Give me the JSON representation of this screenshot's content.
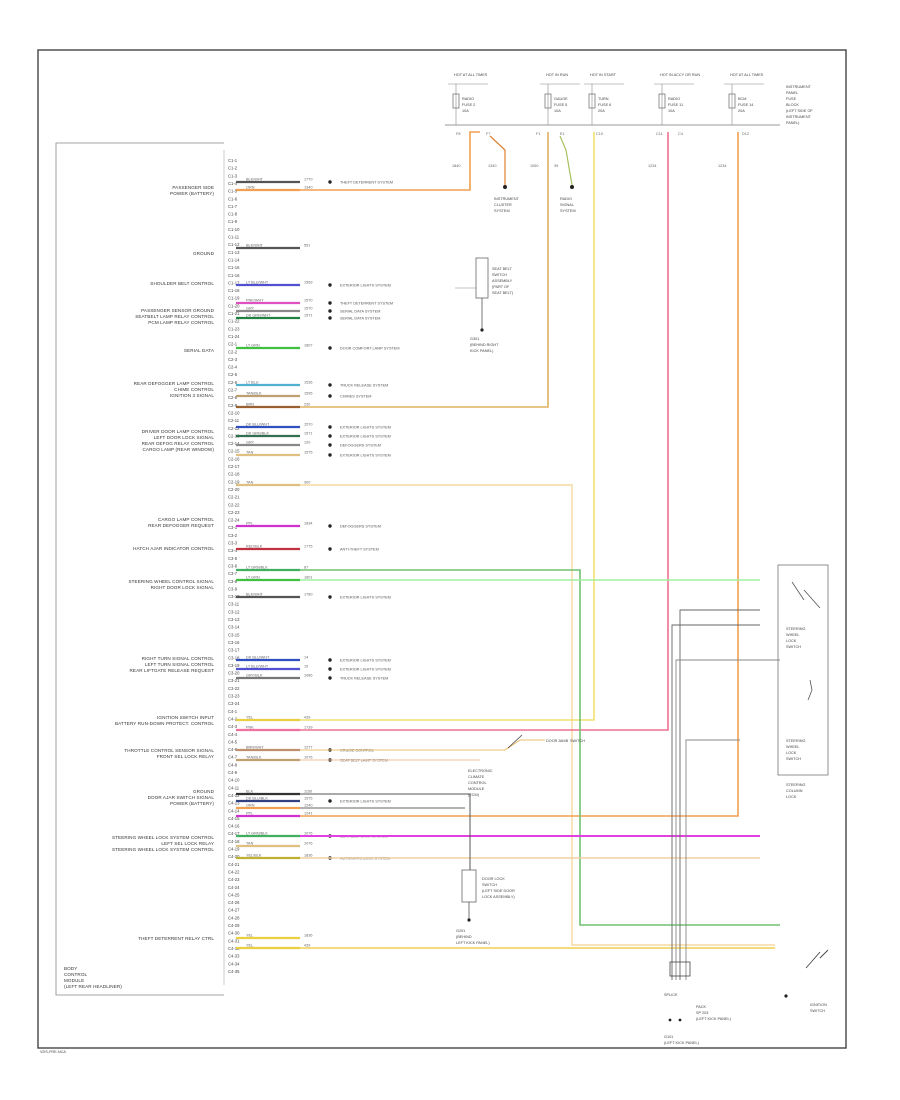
{
  "module": {
    "title_lines": [
      "BODY",
      "CONTROL",
      "MODULE",
      "(LEFT REAR HEADLINER)"
    ],
    "pins": [
      "C1-1",
      "C1-2",
      "C1-3",
      "C1-4",
      "C1-5",
      "C1-6",
      "C1-7",
      "C1-8",
      "C1-9",
      "C1-10",
      "C1-11",
      "C1-12",
      "C1-13",
      "C1-14",
      "C1-15",
      "C1-16",
      "C1-17",
      "C1-18",
      "C1-19",
      "C1-20",
      "C1-21",
      "C1-22",
      "C1-23",
      "C1-24",
      "C2-1",
      "C2-2",
      "C2-3",
      "C2-4",
      "C2-5",
      "C2-6",
      "C2-7",
      "C2-8",
      "C2-9",
      "C2-10",
      "C2-11",
      "C2-12",
      "C2-13",
      "C2-14",
      "C2-15",
      "C2-16",
      "C2-17",
      "C2-18",
      "C2-19",
      "C2-20",
      "C2-21",
      "C2-22",
      "C2-23",
      "C2-24",
      "C3-1",
      "C3-2",
      "C3-3",
      "C3-4",
      "C3-5",
      "C3-6",
      "C3-7",
      "C3-8",
      "C3-9",
      "C3-10",
      "C3-11",
      "C3-12",
      "C3-13",
      "C3-14",
      "C3-15",
      "C3-16",
      "C3-17",
      "C3-18",
      "C3-19",
      "C3-20",
      "C3-21",
      "C3-22",
      "C3-23",
      "C3-24",
      "C4-1",
      "C4-2",
      "C4-3",
      "C4-4",
      "C4-5",
      "C4-6",
      "C4-7",
      "C4-8",
      "C4-9",
      "C4-10",
      "C4-11",
      "C4-12",
      "C4-13",
      "C4-14",
      "C4-15",
      "C4-16",
      "C4-17",
      "C4-18",
      "C4-19",
      "C4-20",
      "C4-21",
      "C4-22",
      "C4-23",
      "C4-24",
      "C4-25",
      "C4-26",
      "C4-27",
      "C4-28",
      "C4-29",
      "C4-30",
      "C4-31",
      "C4-32",
      "C4-33",
      "C4-34",
      "C4-35"
    ]
  },
  "functions": [
    {
      "id": "f1",
      "lines": [
        "PASSENGER SIDE",
        "POWER (BATTERY)"
      ]
    },
    {
      "id": "f2",
      "lines": [
        "GROUND"
      ]
    },
    {
      "id": "f3",
      "lines": [
        "SHOULDER BELT CONTROL"
      ]
    },
    {
      "id": "f4",
      "lines": [
        "PASSENGER SENSOR GROUND",
        "SEATBELT LAMP RELAY CONTROL",
        "PCM LAMP RELAY CONTROL"
      ]
    },
    {
      "id": "f5",
      "lines": [
        "SERIAL DATA"
      ]
    },
    {
      "id": "f6",
      "lines": [
        "REAR DEFOGGER LAMP CONTROL",
        "CHIME CONTROL",
        "IGNITION 3 SIGNAL"
      ]
    },
    {
      "id": "f7",
      "lines": [
        "DRIVER DOOR LAMP CONTROL",
        "LEFT DOOR LOCK SIGNAL",
        "REAR DEFOG RELAY CONTROL",
        "CARGO LAMP (REAR WINDOW)"
      ]
    },
    {
      "id": "f8",
      "lines": [
        "CARGO LAMP CONTROL",
        "REAR DEFOGGER REQUEST"
      ]
    },
    {
      "id": "f9",
      "lines": [
        "HATCH AJAR INDICATOR CONTROL"
      ]
    },
    {
      "id": "f10",
      "lines": [
        "STEERING WHEEL CONTROL SIGNAL",
        "RIGHT DOOR LOCK SIGNAL"
      ]
    },
    {
      "id": "f11",
      "lines": [
        "RIGHT TURN SIGNAL CONTROL",
        "LEFT TURN SIGNAL CONTROL",
        "REAR LIFTGATE RELEASE REQUEST"
      ]
    },
    {
      "id": "f12",
      "lines": [
        "IGNITION SWITCH INPUT",
        "BATTERY RUN-DOWN PROTECT. CONTROL"
      ]
    },
    {
      "id": "f13",
      "lines": [
        "THROTTLE CONTROL SENSOR SIGNAL",
        "FRONT SEL LOCK RELAY"
      ]
    },
    {
      "id": "f14",
      "lines": [
        "GROUND",
        "DOOR AJAR SWITCH SIGNAL",
        "POWER (BATTERY)"
      ]
    },
    {
      "id": "f15",
      "lines": [
        "STEERING WHEEL LOCK SYSTEM CONTROL",
        "LEFT SEL LOCK RELAY",
        "STEERING WHEEL LOCK SYSTEM CONTROL"
      ]
    },
    {
      "id": "f16",
      "lines": [
        "THEFT DETERRENT RELAY CTRL"
      ]
    }
  ],
  "wires": [
    {
      "id": "w1",
      "color": "BLK/WHT",
      "gauge": "1770",
      "target": "THEFT DETERRENT SYSTEM"
    },
    {
      "id": "w2",
      "color": "ORN",
      "gauge": "1340",
      "target": ""
    },
    {
      "id": "w3",
      "color": "BLK/WHT",
      "gauge": "551",
      "target": ""
    },
    {
      "id": "w4",
      "color": "LT BLU/WHT",
      "gauge": "1569",
      "target": "EXTERIOR LIGHTS SYSTEM"
    },
    {
      "id": "w5",
      "color": "PNK/WHT",
      "gauge": "1570",
      "target": "THEFT DETERRENT SYSTEM"
    },
    {
      "id": "w6",
      "color": "GRY",
      "gauge": "1570",
      "target": "SERIAL DATA SYSTEM"
    },
    {
      "id": "w7",
      "color": "DK GRN/WHT",
      "gauge": "1571",
      "target": "SERIAL DATA SYSTEM"
    },
    {
      "id": "w8",
      "color": "LT GRN",
      "gauge": "1807",
      "target": "DOOR COMFORT LAMP SYSTEM"
    },
    {
      "id": "w9",
      "color": "LT BLU",
      "gauge": "1536",
      "target": "TRUCK RELEASE SYSTEM"
    },
    {
      "id": "w10",
      "color": "TAN/BLK",
      "gauge": "1595",
      "target": "CHIMES SYSTEM"
    },
    {
      "id": "w11",
      "color": "BRN",
      "gauge": "230",
      "target": ""
    },
    {
      "id": "w12",
      "color": "DK BLU/WHT",
      "gauge": "1570",
      "target": "EXTERIOR LIGHTS SYSTEM"
    },
    {
      "id": "w13",
      "color": "DK GRN/BLK",
      "gauge": "1571",
      "target": "EXTERIOR LIGHTS SYSTEM"
    },
    {
      "id": "w14",
      "color": "GRY",
      "gauge": "120",
      "target": "DEFOGGERS SYSTEM"
    },
    {
      "id": "w15",
      "color": "TAN",
      "gauge": "1575",
      "target": "EXTERIOR LIGHTS SYSTEM"
    },
    {
      "id": "w16",
      "color": "TAN",
      "gauge": "300",
      "target": ""
    },
    {
      "id": "w17",
      "color": "PPL",
      "gauge": "1834",
      "target": "DEFOGGERS SYSTEM"
    },
    {
      "id": "w18",
      "color": "RED/BLK",
      "gauge": "1775",
      "target": "ANTI-THEFT SYSTEM"
    },
    {
      "id": "w19",
      "color": "LT GRN/BLK",
      "gauge": "87",
      "target": ""
    },
    {
      "id": "w20",
      "color": "LT GRN",
      "gauge": "1801",
      "target": ""
    },
    {
      "id": "w21",
      "color": "BLK/WHT",
      "gauge": "1780",
      "target": "EXTERIOR LIGHTS SYSTEM"
    },
    {
      "id": "w22",
      "color": "DK BLU/WHT",
      "gauge": "14",
      "target": "EXTERIOR LIGHTS SYSTEM"
    },
    {
      "id": "w23",
      "color": "LT BLU/WHT",
      "gauge": "15",
      "target": "EXTERIOR LIGHTS SYSTEM"
    },
    {
      "id": "w24",
      "color": "GRY/BLK",
      "gauge": "1086",
      "target": "TRUCK RELEASE SYSTEM"
    },
    {
      "id": "w25",
      "color": "YEL",
      "gauge": "439",
      "target": ""
    },
    {
      "id": "w26",
      "color": "PNK",
      "gauge": "1739",
      "target": ""
    },
    {
      "id": "w27",
      "color": "BRN/WHT",
      "gauge": "1277",
      "target": "CRUISE CONTROL"
    },
    {
      "id": "w28",
      "color": "TAN/BLK",
      "gauge": "1076",
      "target": "SEAT BELT LAMP SYSTEM"
    },
    {
      "id": "w29",
      "color": "BLK",
      "gauge": "1150",
      "target": ""
    },
    {
      "id": "w30",
      "color": "DK BLU/BLK",
      "gauge": "1575",
      "target": "EXTERIOR LIGHTS SYSTEM"
    },
    {
      "id": "w31",
      "color": "ORN",
      "gauge": "1240",
      "target": ""
    },
    {
      "id": "w32",
      "color": "PPL",
      "gauge": "1241",
      "target": ""
    },
    {
      "id": "w33",
      "color": "LT GRN/BLK",
      "gauge": "1076",
      "target": "SEAT BELT LAMP SYSTEM"
    },
    {
      "id": "w34",
      "color": "TAN",
      "gauge": "1076",
      "target": ""
    },
    {
      "id": "w35",
      "color": "YEL/BLK",
      "gauge": "1836",
      "target": "AUTOMATIC LOCK SYSTEM"
    },
    {
      "id": "w36",
      "color": "YEL",
      "gauge": "1836",
      "target": ""
    }
  ],
  "fuse_block": {
    "lines": [
      "INSTRUMENT",
      "PANEL",
      "FUSE",
      "BLOCK",
      "(LEFT SIDE OF",
      "INSTRUMENT",
      "PANEL)"
    ],
    "fuses": [
      {
        "head": "HOT AT ALL TIMES",
        "name": "RADIO",
        "amps": "FUSE 2",
        "rating": "10A"
      },
      {
        "head": "HOT IN RUN",
        "name": "GAUGE",
        "amps": "FUSE 5",
        "rating": "10A"
      },
      {
        "head": "HOT IN START",
        "name": "TURN",
        "amps": "FUSE 6",
        "rating": "20A"
      },
      {
        "head": "HOT IN ACCY OR RUN",
        "name": "RADIO",
        "amps": "FUSE 11",
        "rating": "10A"
      },
      {
        "head": "HOT AT ALL TIMES",
        "name": "BCM",
        "amps": "FUSE 14",
        "rating": "20A"
      }
    ],
    "pins": [
      "F8",
      "F7",
      "F1",
      "E1",
      "C10",
      "C11",
      "C4",
      "D12"
    ],
    "wires": [
      "1840",
      "1340",
      "1050",
      "39",
      "1234",
      "1234"
    ]
  },
  "callouts": [
    {
      "id": "c1",
      "lines": [
        "INSTRUMENT",
        "CLUSTER",
        "SYSTEM"
      ]
    },
    {
      "id": "c2",
      "lines": [
        "RADIO",
        "SIGNAL",
        "SYSTEM"
      ]
    },
    {
      "id": "c3",
      "lines": [
        "SEAT BELT",
        "SWITCH",
        "ASSEMBLY",
        "(PART OF",
        "SEAT BELT)"
      ]
    },
    {
      "id": "c4",
      "lines": [
        "G301",
        "(BEHIND RIGHT",
        "KICK PANEL)"
      ]
    },
    {
      "id": "c5",
      "lines": [
        "ELECTRONIC",
        "CLIMATE",
        "CONTROL",
        "MODULE",
        "(ECM)"
      ]
    },
    {
      "id": "c6",
      "lines": [
        "DOOR LOCK",
        "SWITCH",
        "(LEFT SIDE DOOR",
        "LOCK ASSEMBLY)"
      ]
    },
    {
      "id": "c7",
      "lines": [
        "G201",
        "(BEHIND",
        "LEFT KICK PANEL)"
      ]
    },
    {
      "id": "c8",
      "lines": [
        "STEERING",
        "WHEEL",
        "LOCK",
        "SWITCH"
      ]
    },
    {
      "id": "c9",
      "lines": [
        "STEERING",
        "WHEEL",
        "LOCK",
        "SWITCH"
      ]
    },
    {
      "id": "c10",
      "lines": [
        "STEERING",
        "COLUMN",
        "LOCK"
      ]
    },
    {
      "id": "c11",
      "lines": [
        "IGNITION",
        "SWITCH"
      ]
    },
    {
      "id": "c12",
      "lines": [
        "DOOR",
        "JAMB",
        "SWITCH"
      ]
    },
    {
      "id": "c13",
      "lines": [
        "SPLICE",
        "PACK",
        "SP 203",
        "(LEFT KICK PANEL)"
      ]
    },
    {
      "id": "c14",
      "lines": [
        "G101",
        "(LEFT KICK PANEL)"
      ]
    }
  ],
  "footer_tag": "VDS-FRE-NCA"
}
